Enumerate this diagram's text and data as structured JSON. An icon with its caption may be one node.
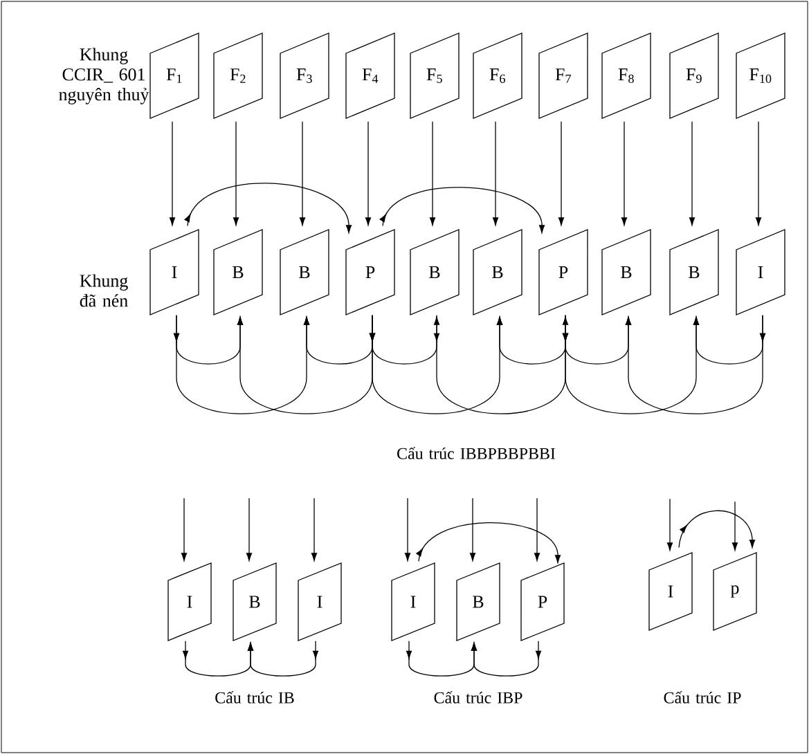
{
  "diagram": {
    "nodes": [
      {
        "text": [
          "F$_{1}$"
        ]
      },
      {
        "text": [
          "F$_{2}$"
        ]
      },
      {
        "text": [
          "F$_{3}$"
        ]
      },
      {
        "text": [
          "F$_{4}$"
        ]
      },
      {
        "text": [
          "F$_{5}$"
        ]
      },
      {
        "text": [
          "F$_{6}$"
        ]
      },
      {
        "text": [
          "F$_{7}$"
        ]
      },
      {
        "text": [
          "F$_{8}$"
        ]
      },
      {
        "text": [
          "F$_{9}$"
        ]
      },
      {
        "text": [
          "F$_{10}$"
        ]
      },
      {
        "text": [
          "I"
        ]
      },
      {
        "text": [
          "B"
        ]
      },
      {
        "text": [
          "B"
        ]
      },
      {
        "text": [
          "P"
        ]
      },
      {
        "text": [
          "B"
        ]
      },
      {
        "text": [
          "B"
        ]
      },
      {
        "text": [
          "P"
        ]
      },
      {
        "text": [
          "B"
        ]
      },
      {
        "text": [
          "B"
        ]
      },
      {
        "text": [
          "I"
        ]
      },
      {
        "text": [
          "I"
        ]
      },
      {
        "text": [
          "B"
        ]
      },
      {
        "text": [
          "I"
        ]
      },
      {
        "text": [
          "I"
        ]
      },
      {
        "text": [
          "B"
        ]
      },
      {
        "text": [
          "P"
        ]
      },
      {
        "text": [
          "I"
        ]
      },
      {
        "text": [
          "p"
        ]
      }
    ],
    "edges": [
      {
        "from": 0,
        "to": 10,
        "arrow": "to"
      },
      {
        "from": 1,
        "to": 11,
        "arrow": "to"
      },
      {
        "from": 2,
        "to": 12,
        "arrow": "to"
      },
      {
        "from": 3,
        "to": 13,
        "arrow": "to"
      },
      {
        "from": 4,
        "to": 14,
        "arrow": "to"
      },
      {
        "from": 5,
        "to": 15,
        "arrow": "to"
      },
      {
        "from": 6,
        "to": 16,
        "arrow": "to"
      },
      {
        "from": 7,
        "to": 17,
        "arrow": "to"
      },
      {
        "from": 8,
        "to": 18,
        "arrow": "to"
      },
      {
        "from": 9,
        "to": 19,
        "arrow": "to"
      },
      {
        "from": 10,
        "to": 13,
        "arrow": "to"
      },
      {
        "from": 13,
        "to": 16,
        "arrow": "to"
      },
      {
        "from": 10,
        "to": 11,
        "arrow": "to"
      },
      {
        "from": 13,
        "to": 12,
        "arrow": "to"
      },
      {
        "from": 13,
        "to": 14,
        "arrow": "to"
      },
      {
        "from": 16,
        "to": 15,
        "arrow": "to"
      },
      {
        "from": 16,
        "to": 17,
        "arrow": "to"
      },
      {
        "from": 19,
        "to": 18,
        "arrow": "to"
      },
      {
        "from": 10,
        "to": 12,
        "arrow": "to"
      },
      {
        "from": 13,
        "to": 11,
        "arrow": "to"
      },
      {
        "from": 13,
        "to": 15,
        "arrow": "to"
      },
      {
        "from": 14,
        "to": 16,
        "arrow": "to"
      },
      {
        "from": 16,
        "to": 18,
        "arrow": "to"
      },
      {
        "from": 19,
        "to": 17,
        "arrow": "to"
      },
      {
        "from": null,
        "to": 20,
        "arrow": "to"
      },
      {
        "from": null,
        "to": 21,
        "arrow": "to"
      },
      {
        "from": null,
        "to": 22,
        "arrow": "to"
      },
      {
        "from": null,
        "to": 23,
        "arrow": "to"
      },
      {
        "from": null,
        "to": 24,
        "arrow": "to"
      },
      {
        "from": null,
        "to": 25,
        "arrow": "to"
      },
      {
        "from": null,
        "to": 26,
        "arrow": "to"
      },
      {
        "from": null,
        "to": 27,
        "arrow": "to"
      },
      {
        "from": 20,
        "to": 21,
        "arrow": "to"
      },
      {
        "from": 22,
        "to": 21,
        "arrow": "to"
      },
      {
        "from": 23,
        "to": 24,
        "arrow": "to"
      },
      {
        "from": 25,
        "to": 24,
        "arrow": "to"
      },
      {
        "from": 23,
        "to": 25,
        "arrow": "to"
      },
      {
        "from": 26,
        "to": 27,
        "arrow": "to"
      }
    ],
    "labels": [
      "Khung CCIR_ 601 nguyên thuỷ",
      "Khung đã nén",
      "Cấu trúc IBBPBBPBBI",
      "Cấu trúc IB",
      "Cấu trúc IBP",
      "Cấu trúc IP"
    ]
  }
}
